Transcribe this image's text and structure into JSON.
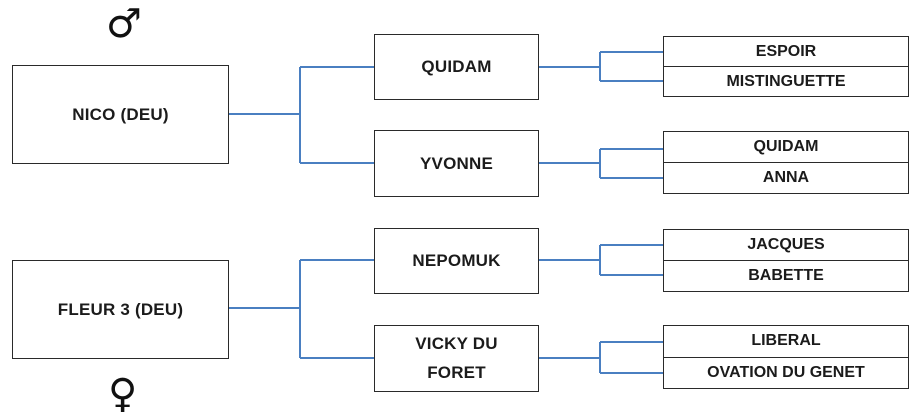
{
  "symbols": {
    "male": "♂",
    "female": "♀"
  },
  "line_color": "#4a7fc1",
  "sires": [
    {
      "name": "NICO (DEU)"
    },
    {
      "name": "FLEUR 3 (DEU)"
    }
  ],
  "parents": [
    {
      "name": "QUIDAM"
    },
    {
      "name": "YVONNE"
    },
    {
      "name": "NEPOMUK"
    },
    {
      "line1": "VICKY DU",
      "line2": "FORET"
    }
  ],
  "grandparents": [
    [
      "ESPOIR",
      "MISTINGUETTE"
    ],
    [
      "QUIDAM",
      "ANNA"
    ],
    [
      "JACQUES",
      "BABETTE"
    ],
    [
      "LIBERAL",
      "OVATION DU GENET"
    ]
  ]
}
